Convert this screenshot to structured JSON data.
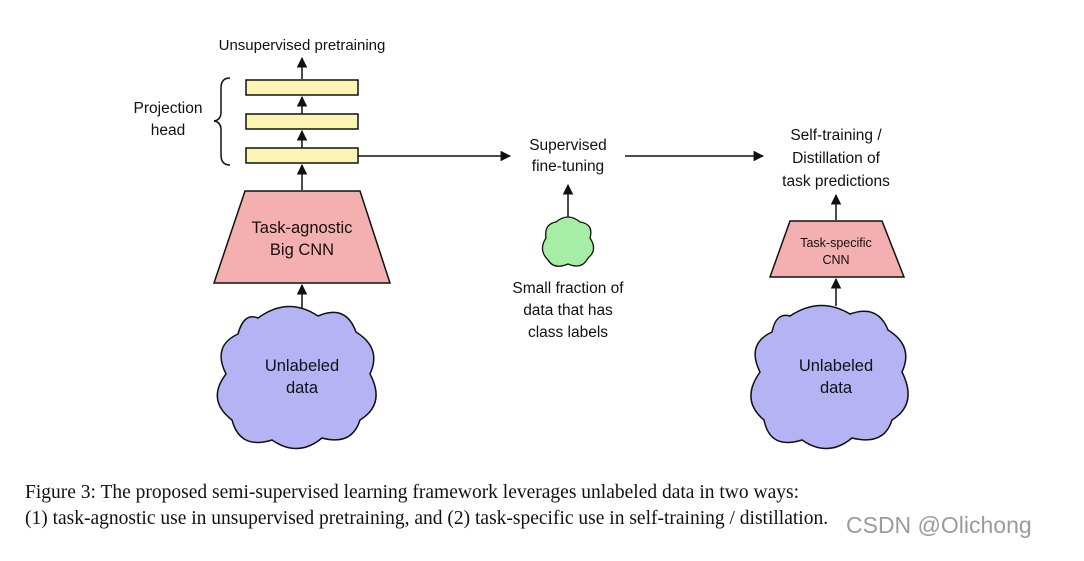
{
  "diagram": {
    "unsupervised_label": "Unsupervised pretraining",
    "projection_label_1": "Projection",
    "projection_label_2": "head",
    "big_cnn_1": "Task-agnostic",
    "big_cnn_2": "Big CNN",
    "unlabeled_left_1": "Unlabeled",
    "unlabeled_left_2": "data",
    "supervised_1": "Supervised",
    "supervised_2": "fine-tuning",
    "small_fraction_1": "Small fraction of",
    "small_fraction_2": "data that has",
    "small_fraction_3": "class labels",
    "selftrain_1": "Self-training /",
    "selftrain_2": "Distillation of",
    "selftrain_3": "task predictions",
    "small_cnn_1": "Task-specific",
    "small_cnn_2": "CNN",
    "unlabeled_right_1": "Unlabeled",
    "unlabeled_right_2": "data"
  },
  "colors": {
    "cnn_fill": "#f4b0b0",
    "projection_fill": "#fbf5b4",
    "cloud_fill": "#b5b3f4",
    "small_cloud_fill": "#a6eea6"
  },
  "caption": {
    "line1": "Figure 3: The proposed semi-supervised learning framework leverages unlabeled data in two ways:",
    "line2": "(1) task-agnostic use in unsupervised pretraining, and (2) task-specific use in self-training / distillation."
  },
  "watermark": "CSDN @Olichong"
}
